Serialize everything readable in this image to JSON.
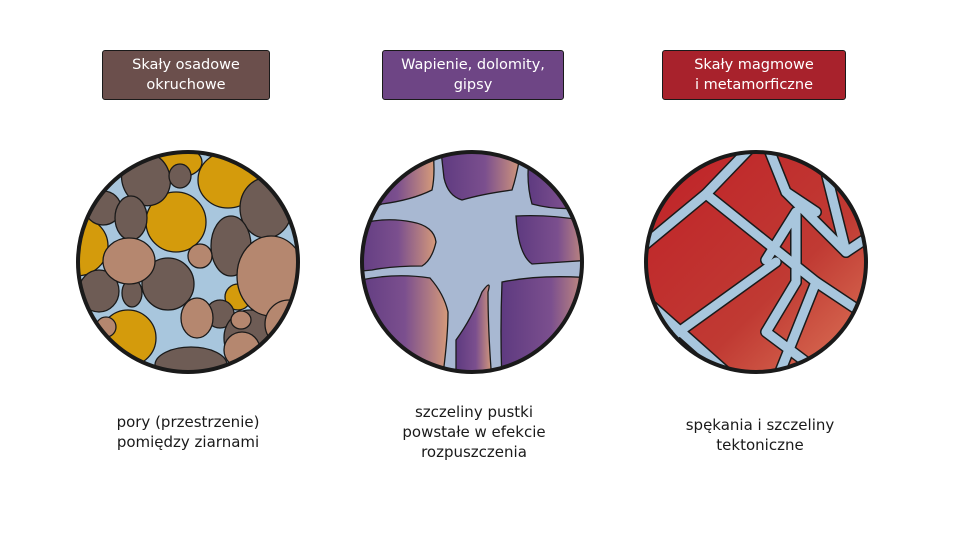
{
  "panels": [
    {
      "title_line1": "Skały osadowe",
      "title_line2": "okruchowe",
      "title_color": "#6b4f4c",
      "caption_line1": "pory (przestrzenie)",
      "caption_line2": "pomiędzy ziarnami",
      "caption_line3": ""
    },
    {
      "title_line1": "Wapienie, dolomity,",
      "title_line2": "gipsy",
      "title_color": "#6e4585",
      "caption_line1": "szczeliny pustki",
      "caption_line2": "powstałe w efekcie",
      "caption_line3": "rozpuszczenia"
    },
    {
      "title_line1": "Skały magmowe",
      "title_line2": "i metamorficzne",
      "title_color": "#a8222c",
      "caption_line1": "spękania i szczeliny",
      "caption_line2": "tektoniczne",
      "caption_line3": ""
    }
  ],
  "colors": {
    "pore": "#a8c6dd",
    "grain_dark": "#6e5c55",
    "grain_pink": "#b5876f",
    "grain_gold": "#d49b0c",
    "outline": "#1a1a1a"
  }
}
